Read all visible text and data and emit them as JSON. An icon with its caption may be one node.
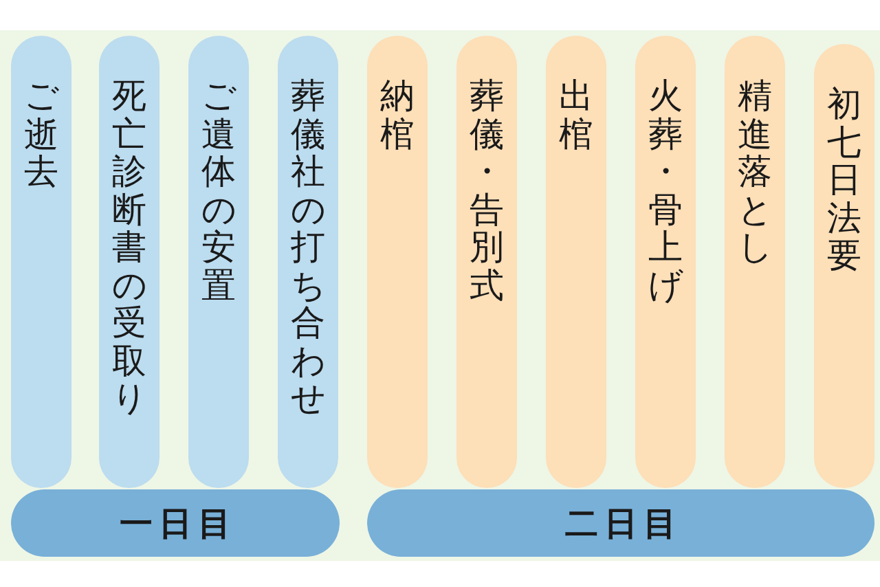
{
  "diagram": {
    "nodes": [
      {
        "text": [
          "ご逝去"
        ]
      },
      {
        "text": [
          "死亡診断書の受取り"
        ]
      },
      {
        "text": [
          "ご遺体の安置"
        ]
      },
      {
        "text": [
          "葬儀社の打ち合わせ"
        ]
      },
      {
        "text": [
          "納棺"
        ]
      },
      {
        "text": [
          "葬儀・告別式"
        ]
      },
      {
        "text": [
          "出棺"
        ]
      },
      {
        "text": [
          "火葬・骨上げ"
        ]
      },
      {
        "text": [
          "精進落とし"
        ]
      },
      {
        "text": [
          "初七日法要"
        ]
      },
      {
        "text": [
          "一日目"
        ]
      },
      {
        "text": [
          "二日目"
        ]
      }
    ]
  }
}
